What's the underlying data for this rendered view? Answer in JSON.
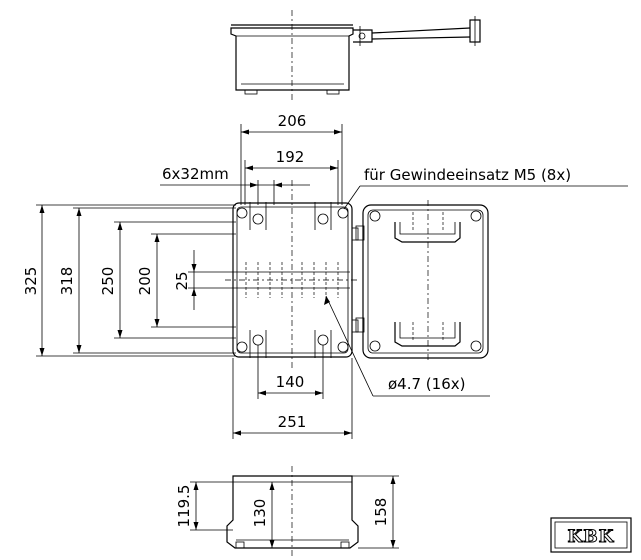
{
  "top_view": {
    "dim_206": "206",
    "dim_192": "192",
    "dim_6x32": "6x32mm",
    "dim_140": "140",
    "dim_251": "251"
  },
  "left_dims": {
    "dim_325": "325",
    "dim_318": "318",
    "dim_250": "250",
    "dim_200": "200",
    "dim_25": "25"
  },
  "annotations": {
    "thread_insert": "für Gewindeeinsatz M5 (8x)",
    "hole_dia": "ø4.7 (16x)"
  },
  "side_view": {
    "dim_119_5": "119.5",
    "dim_130": "130",
    "dim_158": "158"
  },
  "logo": {
    "text": "KBK"
  }
}
